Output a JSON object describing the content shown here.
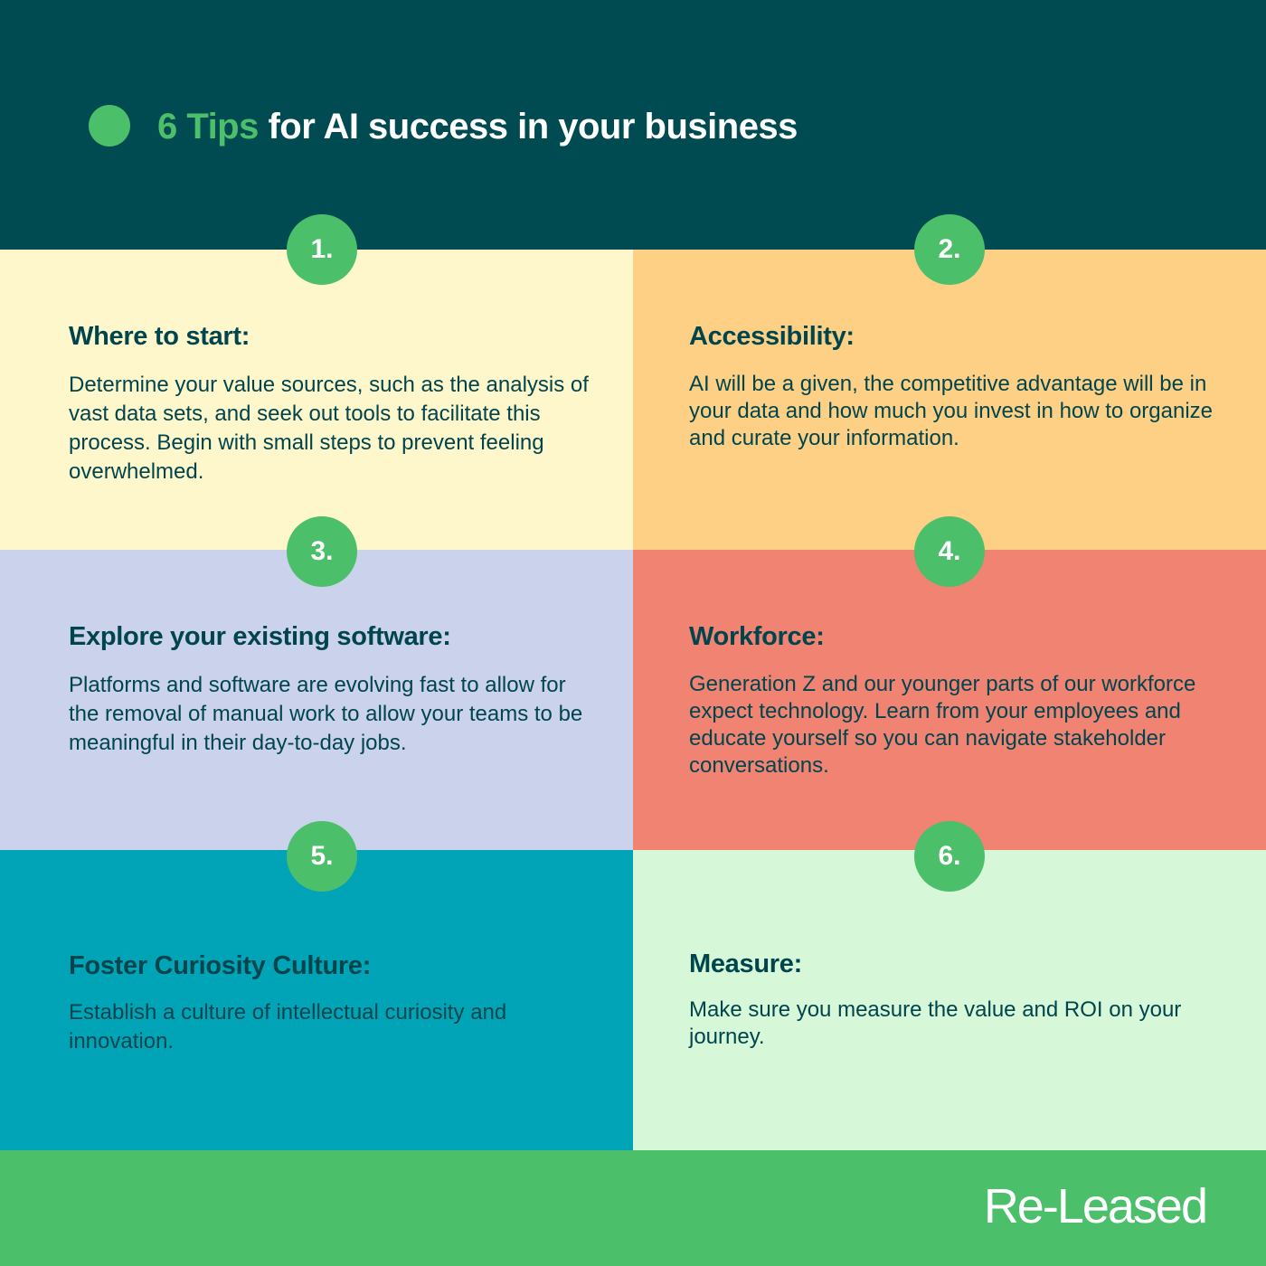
{
  "header": {
    "title_accent": "6 Tips",
    "title_rest": " for AI success in your business",
    "accent_color": "#4bbf6a"
  },
  "tips": [
    {
      "number": "1.",
      "heading": "Where to start:",
      "body": "Determine your value sources, such as the analysis of vast data sets, and seek out tools to facilitate this process. Begin with small steps to prevent feeling overwhelmed.",
      "color": "#fff7cc"
    },
    {
      "number": "2.",
      "heading": "Accessibility:",
      "body": "AI will be a given, the competitive advantage will be in your data and how much you invest in how to organize and curate your information.",
      "color": "#fdd086"
    },
    {
      "number": "3.",
      "heading": "Explore your existing software:",
      "body": "Platforms and software are evolving fast to allow for the removal of manual work to allow your teams to be meaningful in their day-to-day jobs.",
      "color": "#cbd2ec"
    },
    {
      "number": "4.",
      "heading": "Workforce:",
      "body": "Generation Z and our younger parts of our workforce expect technology. Learn from your employees and educate yourself so you can navigate stakeholder conversations.",
      "color": "#f08372"
    },
    {
      "number": "5.",
      "heading": "Foster Curiosity Culture:",
      "body": "Establish a culture of intellectual curiosity and innovation.",
      "color": "#00a4b6"
    },
    {
      "number": "6.",
      "heading": "Measure:",
      "body": "Make sure you measure the value and ROI on your journey.",
      "color": "#d6f7d8"
    }
  ],
  "footer": {
    "logo_text": "Re-Leased"
  }
}
